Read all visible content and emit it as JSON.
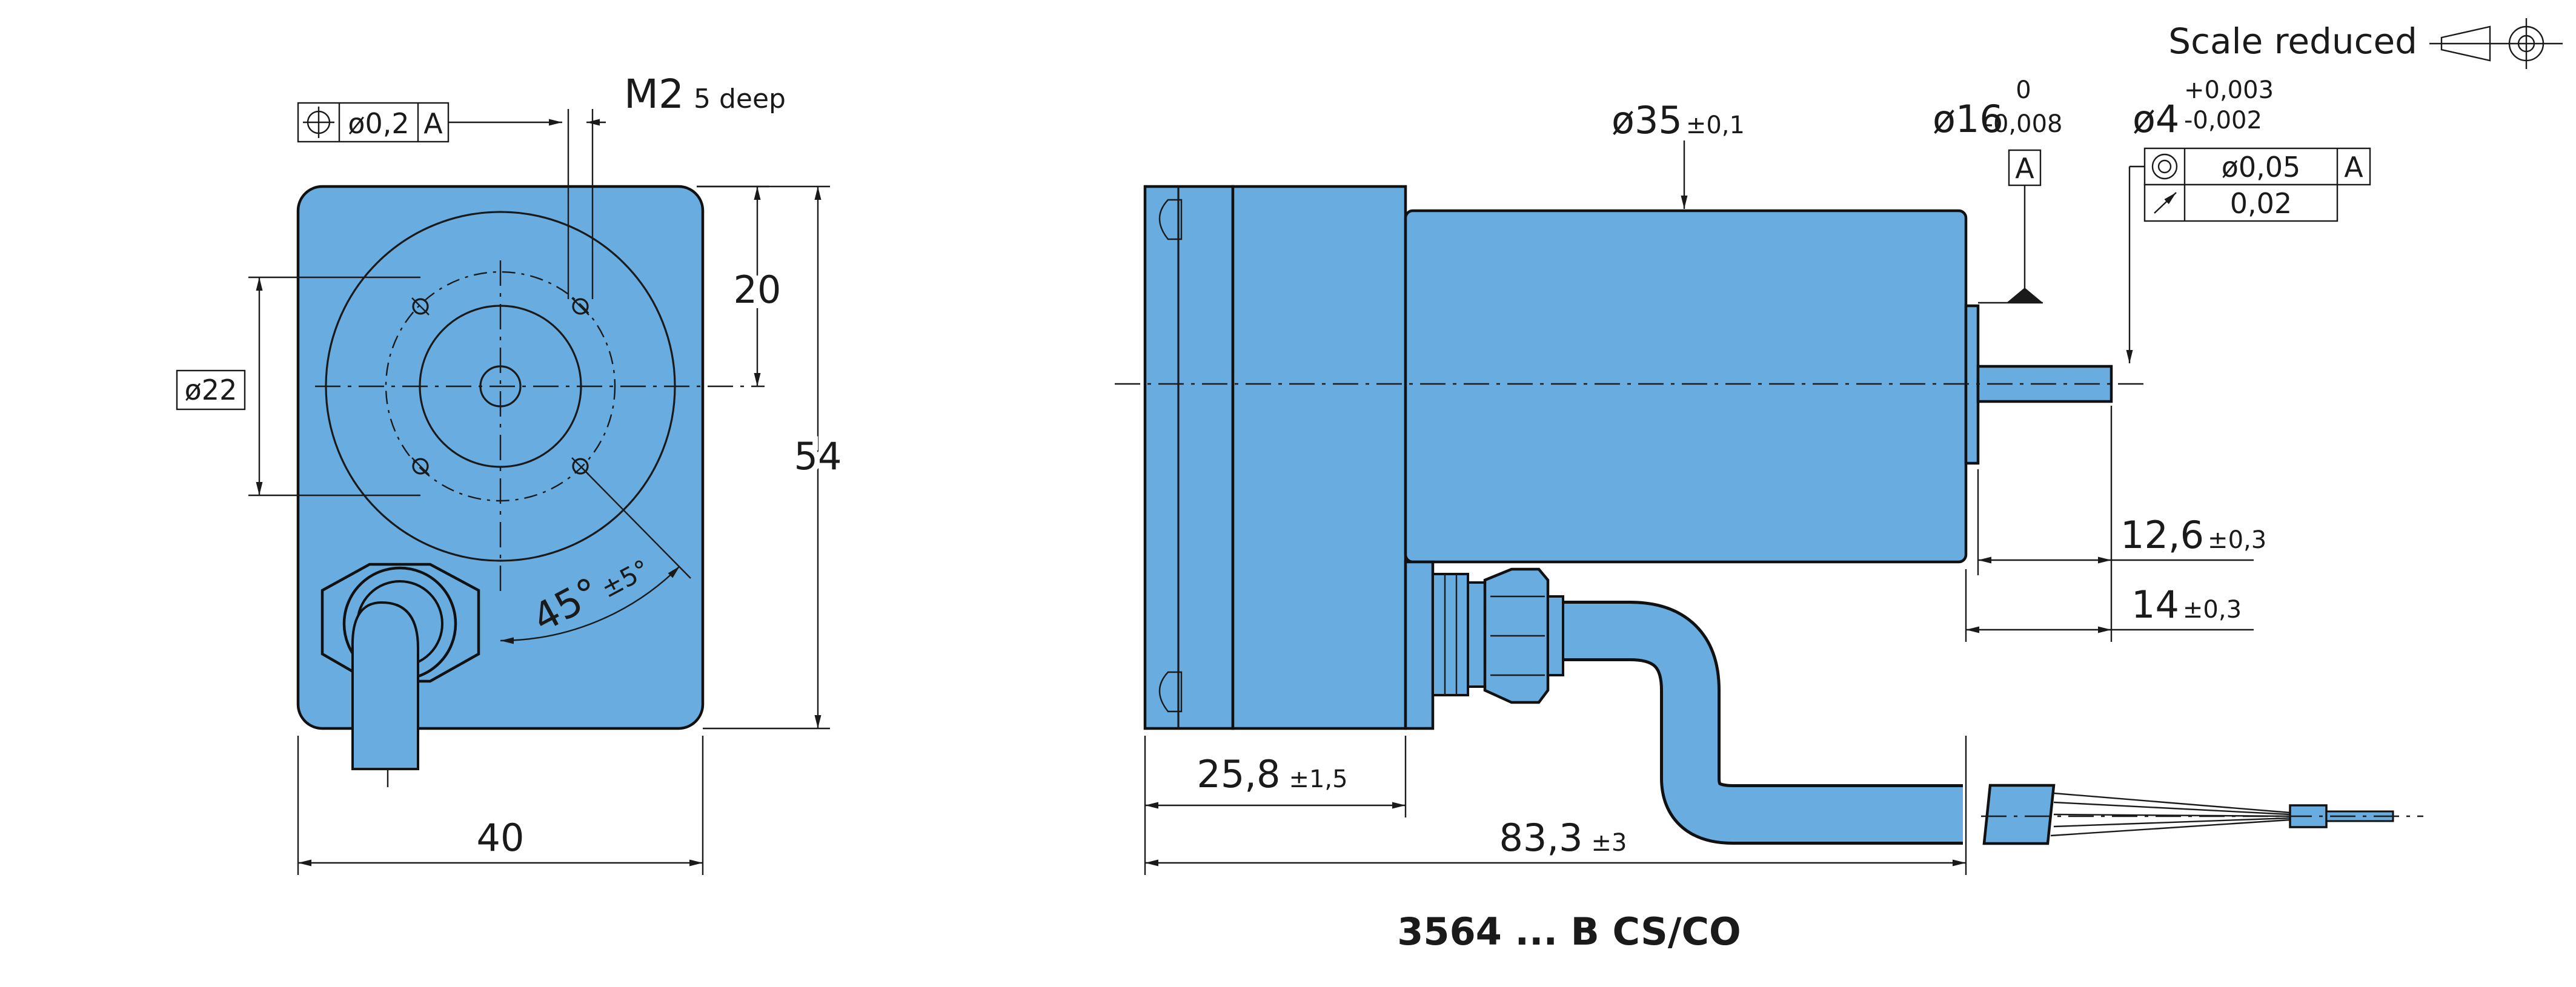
{
  "header": {
    "scale_label": "Scale reduced"
  },
  "colors": {
    "body_fill": "#69ade0",
    "line": "#1a1a1a"
  },
  "front_view": {
    "position_tolerance": {
      "symbol": "position-icon",
      "value": "ø0,2",
      "datum": "A"
    },
    "thread": {
      "main": "M2",
      "sub": "5 deep"
    },
    "dia_hole_circle": "ø22",
    "dim_20": "20",
    "dim_54": "54",
    "dim_40": "40",
    "angle": {
      "main": "45°",
      "tol": "±5°"
    }
  },
  "side_view": {
    "dia_body": {
      "main": "ø35",
      "tol": "±0,1"
    },
    "dia_pilot": {
      "main": "ø16",
      "upper": "0",
      "lower": "-0,008"
    },
    "dia_shaft": {
      "main": "ø4",
      "upper": "+0,003",
      "lower": "-0,002"
    },
    "datum_label": "A",
    "concentricity": {
      "value": "ø0,05",
      "datum": "A"
    },
    "runout": {
      "value": "0,02"
    },
    "dim_12_6": {
      "main": "12,6",
      "tol": "±0,3"
    },
    "dim_14": {
      "main": "14",
      "tol": "±0,3"
    },
    "dim_25_8": {
      "main": "25,8",
      "tol": "±1,5"
    },
    "dim_83_3": {
      "main": "83,3",
      "tol": "±3"
    }
  },
  "caption": "3564 ... B CS/CO"
}
